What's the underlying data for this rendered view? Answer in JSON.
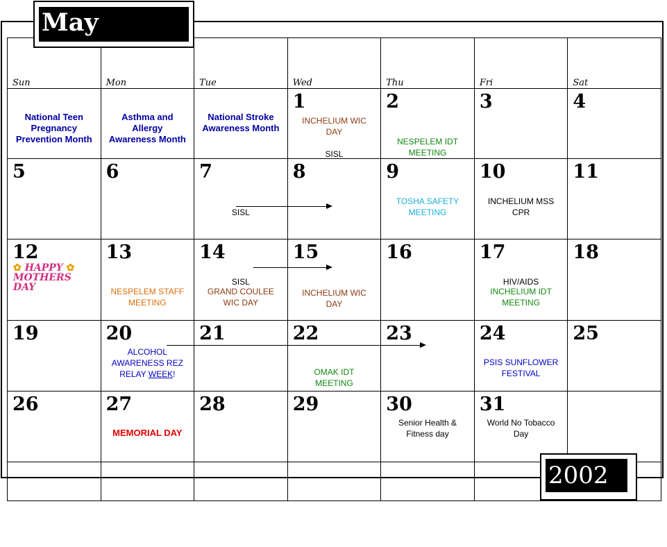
{
  "calendar": {
    "month": "May",
    "year": "2002",
    "weekdays": [
      "Sun",
      "Mon",
      "Tue",
      "Wed",
      "Thu",
      "Fri",
      "Sat"
    ],
    "weeks": [
      [
        "",
        "",
        "",
        "1",
        "2",
        "3",
        "4"
      ],
      [
        "5",
        "6",
        "7",
        "8",
        "9",
        "10",
        "11"
      ],
      [
        "12",
        "13",
        "14",
        "15",
        "16",
        "17",
        "18"
      ],
      [
        "19",
        "20",
        "21",
        "22",
        "23",
        "24",
        "25"
      ],
      [
        "26",
        "27",
        "28",
        "29",
        "30",
        "31",
        ""
      ]
    ]
  },
  "events": {
    "sun_w1": [
      "National Teen",
      "Pregnancy",
      "Prevention Month"
    ],
    "mon_w1": [
      "Asthma and",
      "Allergy",
      "Awareness Month"
    ],
    "tue_w1": [
      "National Stroke",
      "Awareness Month"
    ],
    "d1": [
      "INCHELIUM WIC",
      "DAY"
    ],
    "d1b": "SISL",
    "d2": [
      "NESPELEM IDT",
      "MEETING"
    ],
    "d7": "SISL",
    "d9": [
      "TOSHA SAFETY",
      "MEETING"
    ],
    "d10": [
      "INCHELIUM MSS",
      "CPR"
    ],
    "d12_art": [
      "HAPPY",
      "MOTHERS DAY"
    ],
    "d13": [
      "NESPELEM STAFF",
      "MEETING"
    ],
    "d14a": "SISL",
    "d14b": [
      "GRAND COULEE",
      "WIC DAY"
    ],
    "d15": [
      "INCHELIUM WIC",
      "DAY"
    ],
    "d17a": "HIV/AIDS",
    "d17b": [
      "INCHELIUM IDT",
      "MEETING"
    ],
    "d20": [
      "ALCOHOL",
      "AWARENESS REZ",
      "RELAY ",
      "WEEK",
      "!"
    ],
    "d22": [
      "OMAK IDT",
      "MEETING"
    ],
    "d24": [
      "PSIS SUNFLOWER",
      "FESTIVAL"
    ],
    "d27": "MEMORIAL DAY",
    "d30": [
      "Senior Health &",
      "Fitness day"
    ],
    "d31": [
      "World No Tobacco",
      "Day"
    ]
  },
  "colors": {
    "navy": "#0000a0",
    "brown": "#8b3a10",
    "green": "#118811",
    "cyan": "#1ab0d8",
    "orange": "#d8700a",
    "red": "#e00000"
  }
}
